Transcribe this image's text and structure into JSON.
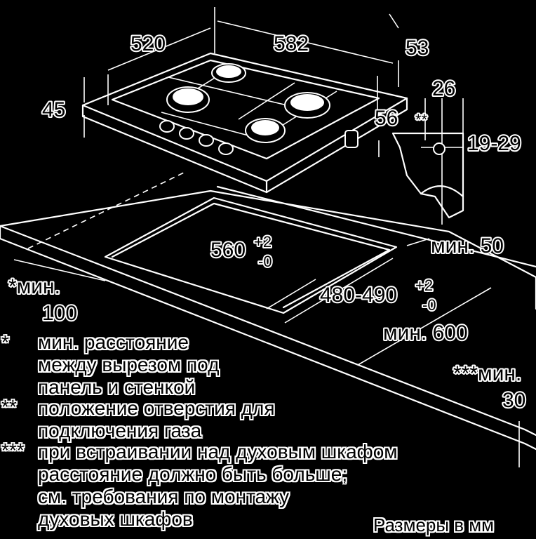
{
  "dimensions": {
    "d520": "520",
    "d582": "582",
    "d53": "53",
    "d45": "45",
    "d56": "56",
    "d26": "26",
    "d19_29": "19-29",
    "d_stars2": "**",
    "cutout_width": "560",
    "cutout_width_tol_plus": "+2",
    "cutout_width_tol_minus": "-0",
    "cutout_depth": "480-490",
    "cutout_depth_tol_plus": "+2",
    "cutout_depth_tol_minus": "-0",
    "min50": "мин. 50",
    "min100_a": "*мин.",
    "min100_b": "100",
    "min600": "мин. 600",
    "min30_a": "***мин.",
    "min30_b": "30"
  },
  "notes": [
    {
      "marker": "*",
      "lines": [
        "мин. расстояние",
        "между вырезом под",
        "панель и стенкой"
      ]
    },
    {
      "marker": "**",
      "lines": [
        "положение отверстия для",
        "подключения газа"
      ]
    },
    {
      "marker": "***",
      "lines": [
        "при встраивании над духовым шкафом",
        "расстояние должно быть больше;",
        "см. требования по монтажу",
        "духовых шкафов"
      ]
    }
  ],
  "units_note": "Размеры в мм"
}
